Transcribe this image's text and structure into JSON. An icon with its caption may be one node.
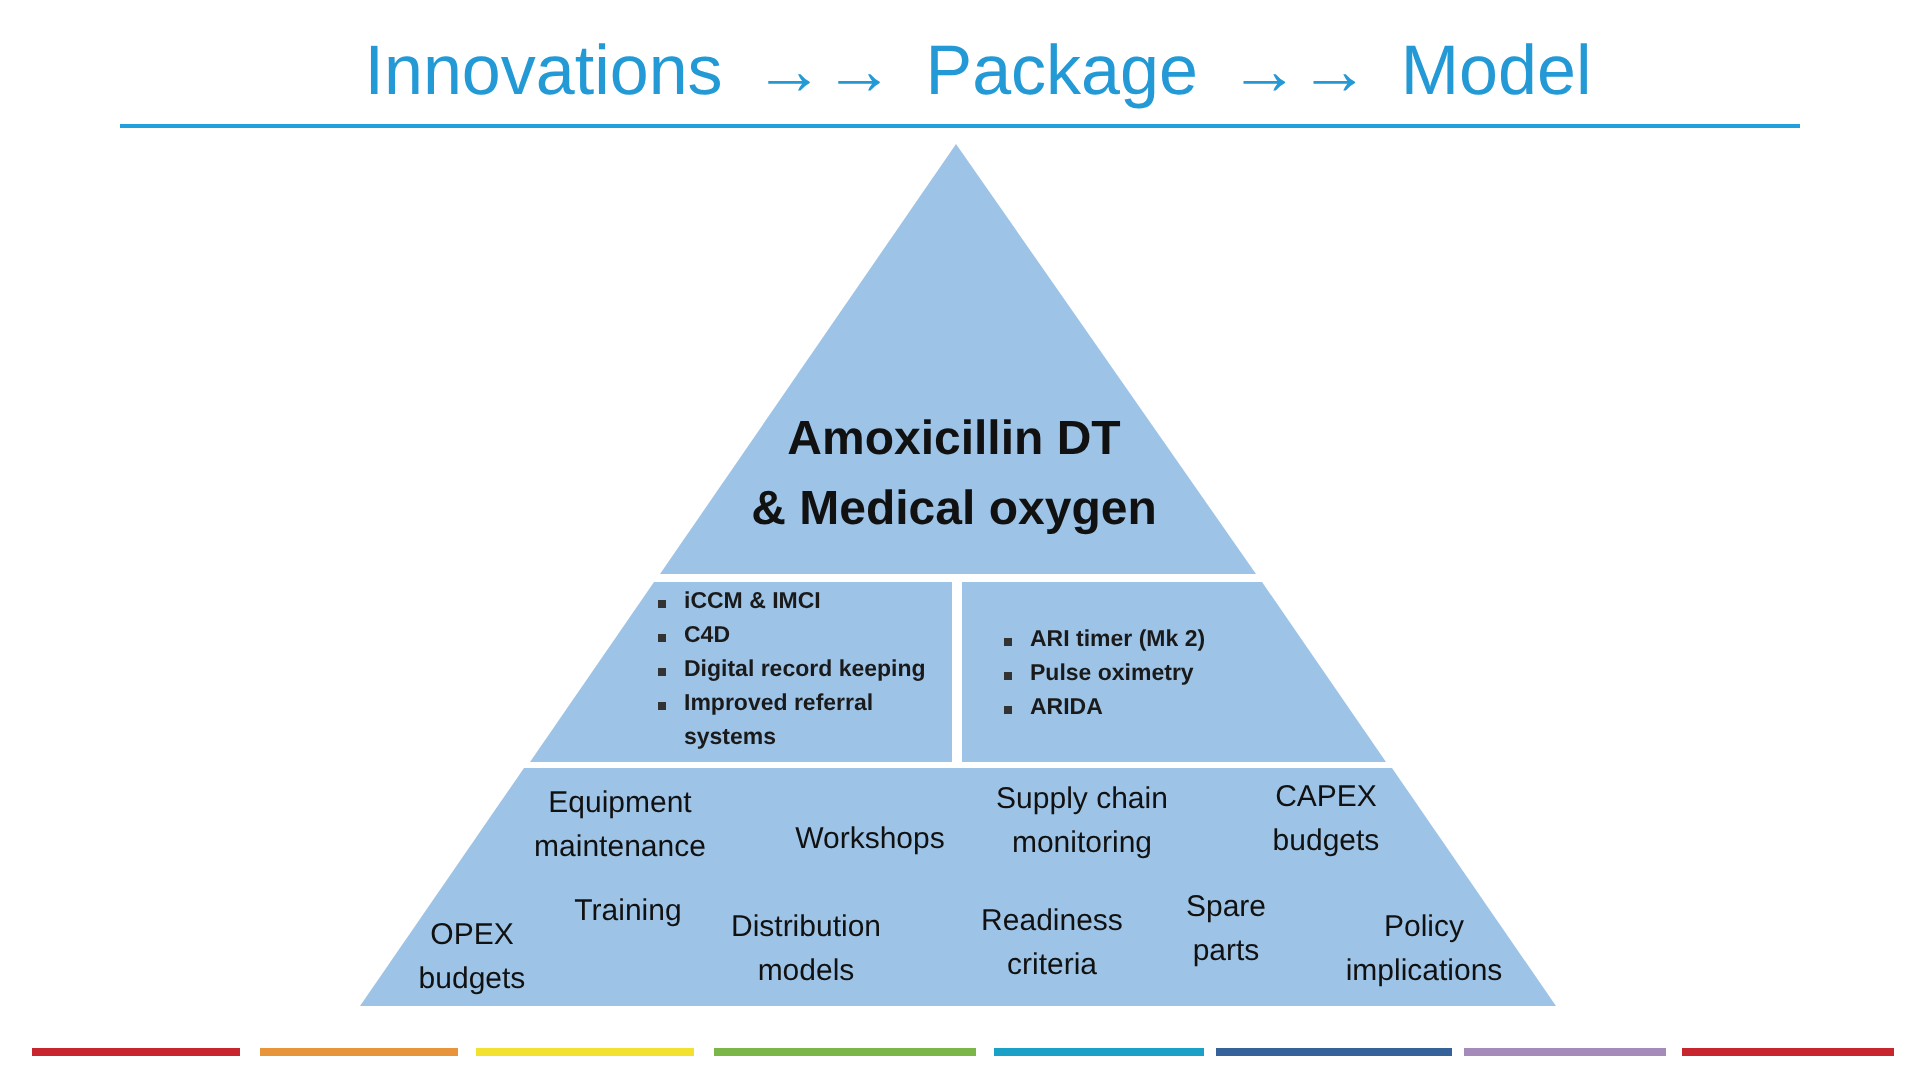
{
  "diagram": {
    "title": "Innovations →→ Package →→ Model",
    "nodes": [
      {
        "text": [
          "Amoxicillin DT & Medical oxygen"
        ]
      },
      {
        "text": [
          "iCCM & IMCI",
          "C4D",
          "Digital record keeping",
          "Improved referral systems"
        ]
      },
      {
        "text": [
          "ARI timer (Mk 2)",
          "Pulse oximetry",
          "ARIDA"
        ]
      },
      {
        "text": [
          "Equipment maintenance",
          "Workshops",
          "Supply chain monitoring",
          "CAPEX budgets",
          "OPEX budgets",
          "Training",
          "Distribution models",
          "Readiness criteria",
          "Spare parts",
          "Policy implications"
        ]
      }
    ]
  }
}
